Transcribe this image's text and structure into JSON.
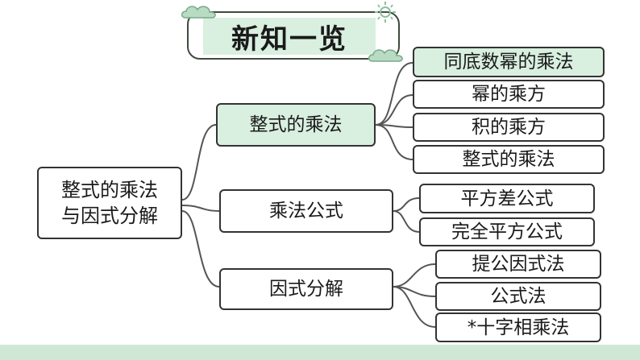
{
  "title": "新知一览",
  "root": {
    "line1": "整式的乘法",
    "line2": "与因式分解"
  },
  "branches": [
    {
      "label": "整式的乘法",
      "children": [
        "同底数幂的乘法",
        "幂的乘方",
        "积的乘方",
        "整式的乘法"
      ]
    },
    {
      "label": "乘法公式",
      "children": [
        "平方差公式",
        "完全平方公式"
      ]
    },
    {
      "label": "因式分解",
      "children": [
        "提公因式法",
        "公式法",
        "*十字相乘法"
      ]
    }
  ],
  "colors": {
    "highlight": "#d9efe0",
    "border": "#333333",
    "connector": "#555555",
    "footer_band": "#cfe8d6",
    "cloud": "#b8dcc3",
    "sun": "#8fbf9f"
  },
  "icons": [
    "cloud-icon",
    "sun-icon"
  ]
}
